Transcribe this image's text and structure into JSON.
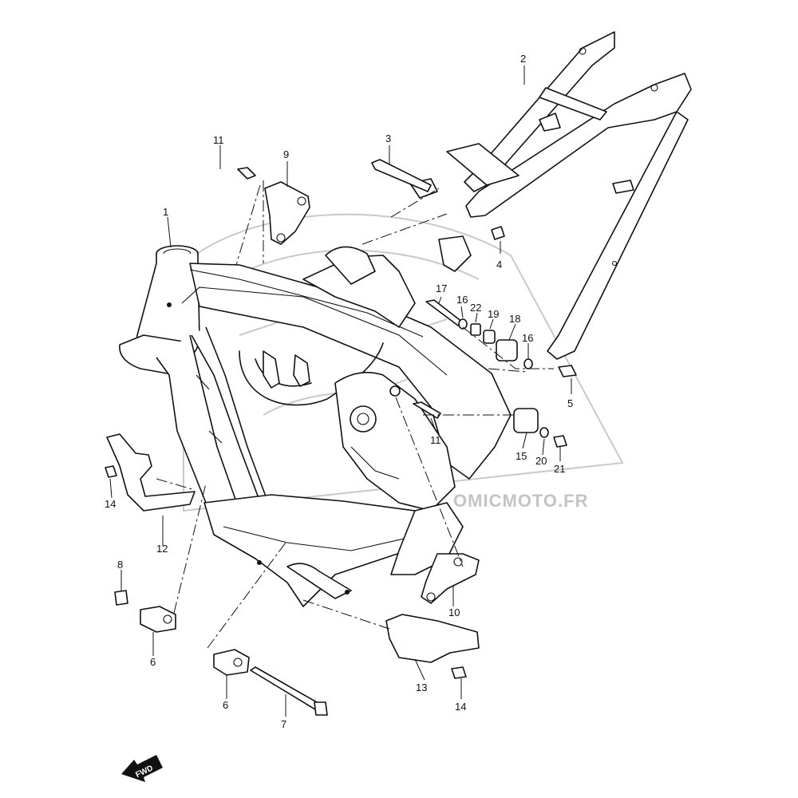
{
  "watermark": {
    "text": "OMICMOTO.FR"
  },
  "fwd_badge": {
    "label": "FWD"
  },
  "callouts": [
    {
      "id": "p1",
      "number": "1"
    },
    {
      "id": "p2",
      "number": "2"
    },
    {
      "id": "p3",
      "number": "3"
    },
    {
      "id": "p4",
      "number": "4"
    },
    {
      "id": "p5",
      "number": "5"
    },
    {
      "id": "p6a",
      "number": "6"
    },
    {
      "id": "p6b",
      "number": "6"
    },
    {
      "id": "p7",
      "number": "7"
    },
    {
      "id": "p8",
      "number": "8"
    },
    {
      "id": "p9",
      "number": "9"
    },
    {
      "id": "p10",
      "number": "10"
    },
    {
      "id": "p11a",
      "number": "11"
    },
    {
      "id": "p11b",
      "number": "11"
    },
    {
      "id": "p12",
      "number": "12"
    },
    {
      "id": "p13",
      "number": "13"
    },
    {
      "id": "p14a",
      "number": "14"
    },
    {
      "id": "p14b",
      "number": "14"
    },
    {
      "id": "p15",
      "number": "15"
    },
    {
      "id": "p16a",
      "number": "16"
    },
    {
      "id": "p16b",
      "number": "16"
    },
    {
      "id": "p17",
      "number": "17"
    },
    {
      "id": "p18",
      "number": "18"
    },
    {
      "id": "p19",
      "number": "19"
    },
    {
      "id": "p20",
      "number": "20"
    },
    {
      "id": "p21",
      "number": "21"
    },
    {
      "id": "p22",
      "number": "22"
    }
  ]
}
